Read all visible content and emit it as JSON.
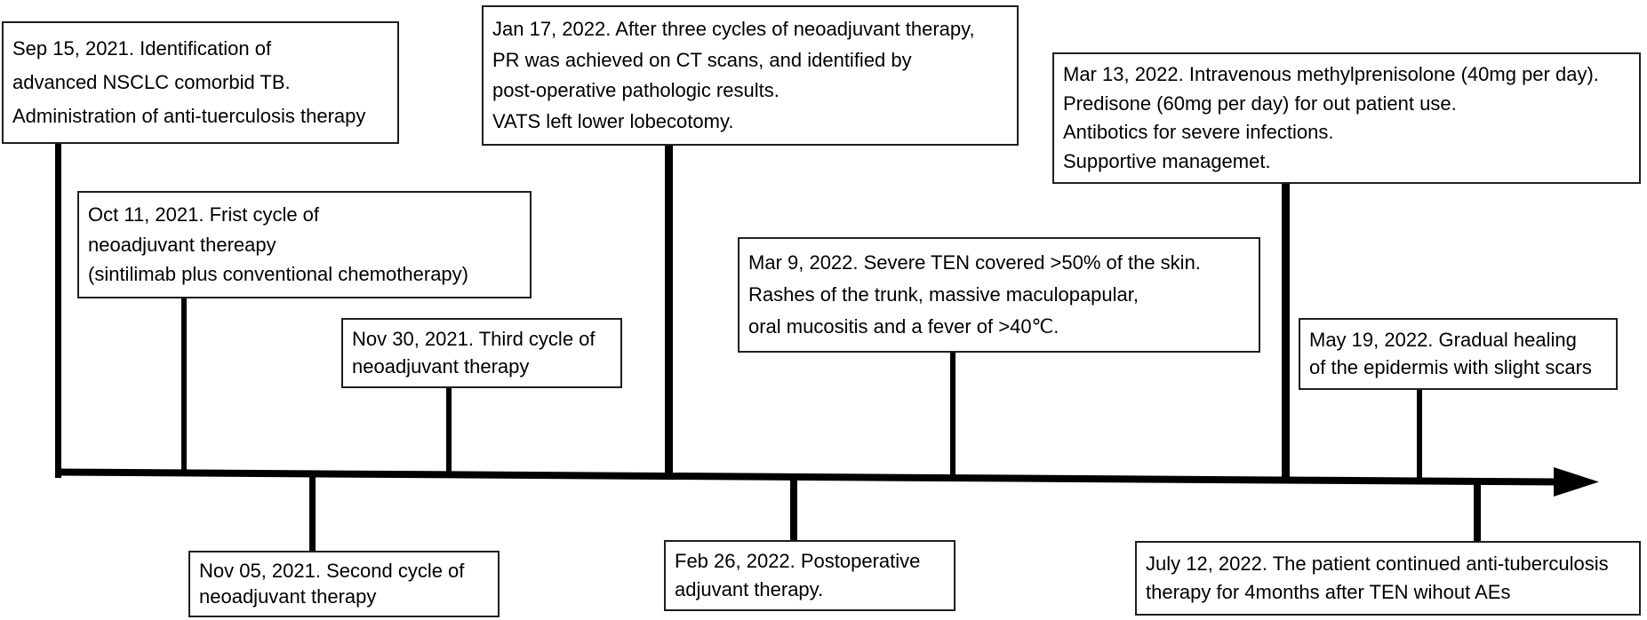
{
  "colors": {
    "background": "#ffffff",
    "text": "#000000",
    "line": "#000000",
    "box_border": "#1f1f1f"
  },
  "timeline": {
    "orientation": "horizontal",
    "arrow_direction": "right"
  },
  "events": [
    {
      "id": "sep-15-2021",
      "position": "above",
      "lines": [
        "Sep 15, 2021. Identification of",
        "advanced NSCLC comorbid TB.",
        "Administration of anti-tuerculosis therapy"
      ]
    },
    {
      "id": "oct-11-2021",
      "position": "above",
      "lines": [
        "Oct 11, 2021. Frist cycle of",
        "neoadjuvant thereapy",
        "(sintilimab plus conventional chemotherapy)"
      ]
    },
    {
      "id": "nov-05-2021",
      "position": "below",
      "lines": [
        "Nov 05, 2021. Second cycle of",
        "neoadjuvant therapy"
      ]
    },
    {
      "id": "nov-30-2021",
      "position": "above",
      "lines": [
        "Nov 30, 2021. Third cycle of",
        "neoadjuvant therapy"
      ]
    },
    {
      "id": "jan-17-2022",
      "position": "above",
      "lines": [
        "Jan 17, 2022. After three cycles of neoadjuvant therapy,",
        "PR was achieved on CT scans, and identified by",
        "post-operative pathologic results.",
        "VATS left lower lobecotomy."
      ]
    },
    {
      "id": "feb-26-2022",
      "position": "below",
      "lines": [
        "Feb 26, 2022. Postoperative",
        "adjuvant therapy."
      ]
    },
    {
      "id": "mar-9-2022",
      "position": "above",
      "lines": [
        "Mar 9, 2022. Severe TEN covered >50% of the skin.",
        "Rashes of the trunk, massive maculopapular,",
        "oral mucositis and a fever of >40℃."
      ]
    },
    {
      "id": "mar-13-2022",
      "position": "above",
      "lines": [
        "Mar 13, 2022. Intravenous methylprenisolone (40mg per day).",
        "Predisone (60mg per day) for out patient use.",
        "Antibotics for severe infections.",
        "Supportive managemet."
      ]
    },
    {
      "id": "may-19-2022",
      "position": "above",
      "lines": [
        "May 19, 2022. Gradual healing",
        "of the epidermis with slight scars"
      ]
    },
    {
      "id": "jul-12-2022",
      "position": "below",
      "lines": [
        "July 12, 2022. The patient continued anti-tuberculosis",
        "therapy for 4months after TEN wihout AEs"
      ]
    }
  ]
}
